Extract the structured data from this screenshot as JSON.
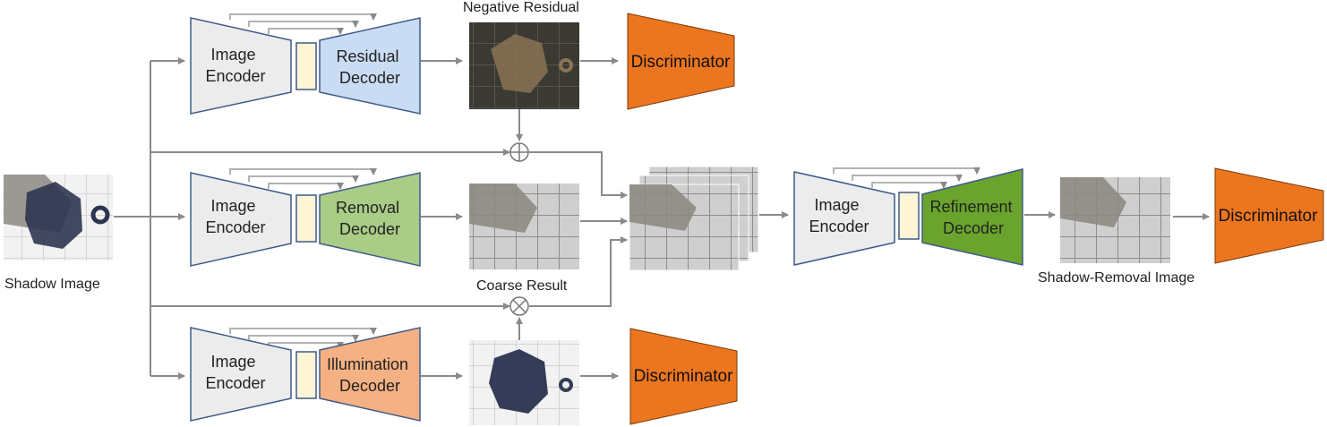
{
  "captions": {
    "shadow_image": "Shadow Image",
    "negative_residual": "Negative Residual",
    "coarse_result": "Coarse Result",
    "shadow_removal_image": "Shadow-Removal Image"
  },
  "branches": {
    "residual": {
      "encoder": [
        "Image",
        "Encoder"
      ],
      "decoder": [
        "Residual",
        "Decoder"
      ]
    },
    "removal": {
      "encoder": [
        "Image",
        "Encoder"
      ],
      "decoder": [
        "Removal",
        "Decoder"
      ]
    },
    "illumination": {
      "encoder": [
        "Image",
        "Encoder"
      ],
      "decoder": [
        "Illumination",
        "Decoder"
      ]
    },
    "refinement": {
      "encoder": [
        "Image",
        "Encoder"
      ],
      "decoder": [
        "Refinement",
        "Decoder"
      ]
    }
  },
  "discriminator_label": "Discriminator",
  "colors": {
    "encoder_fill": "#ececec",
    "block_stroke": "#3f5a8a",
    "bottleneck_fill": "#fdf5d6",
    "residual_decoder": "#c9dcf3",
    "removal_decoder": "#a9cc86",
    "illumination_decoder": "#f5b183",
    "refinement_decoder": "#6aa42c",
    "discriminator": "#ec7520",
    "arrow": "#8a8a8a"
  }
}
